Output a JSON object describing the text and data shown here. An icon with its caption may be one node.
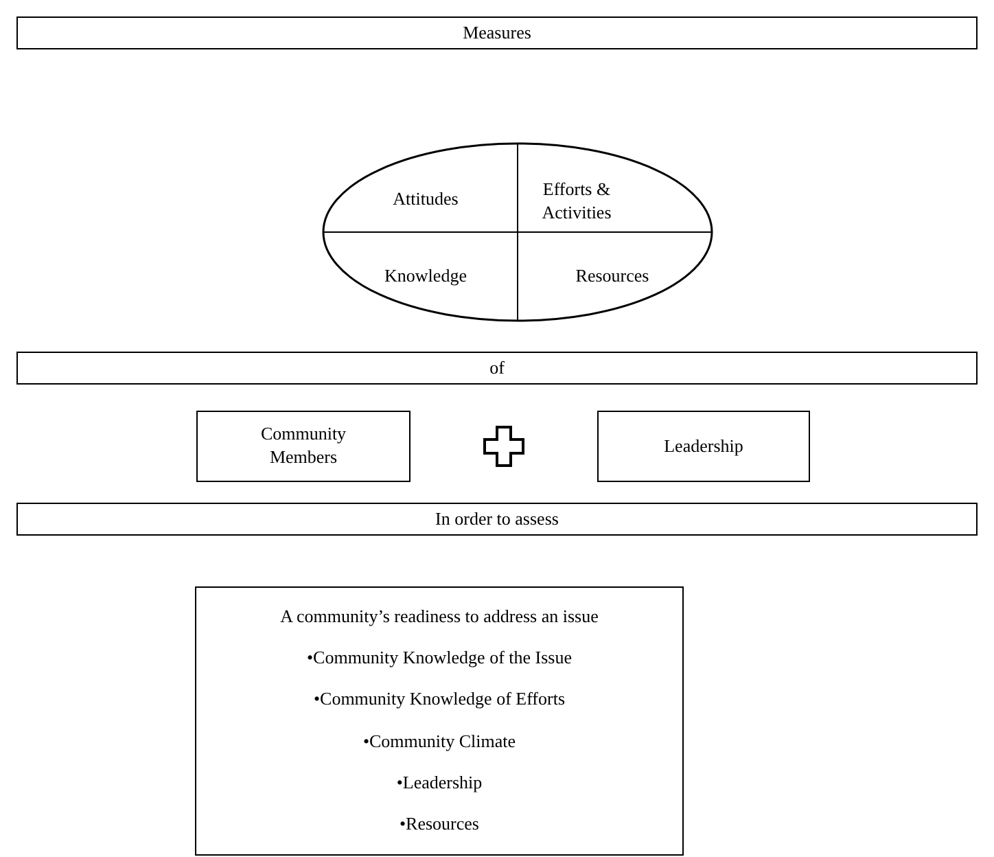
{
  "diagram": {
    "nodes": [
      {
        "text": [
          "Measures"
        ]
      },
      {
        "text": [
          "Attitudes",
          "Efforts & Activities",
          "Knowledge",
          "Resources"
        ]
      },
      {
        "text": [
          "of"
        ]
      },
      {
        "text": [
          "Community Members"
        ]
      },
      {
        "text": [
          "Leadership"
        ]
      },
      {
        "text": [
          "In order to assess"
        ]
      },
      {
        "text": [
          "A community’s readiness to address an issue",
          "•Community Knowledge of the Issue",
          "•Community Knowledge of Efforts",
          "•Community Climate",
          "•Leadership",
          "•Resources"
        ]
      }
    ],
    "edges": []
  }
}
